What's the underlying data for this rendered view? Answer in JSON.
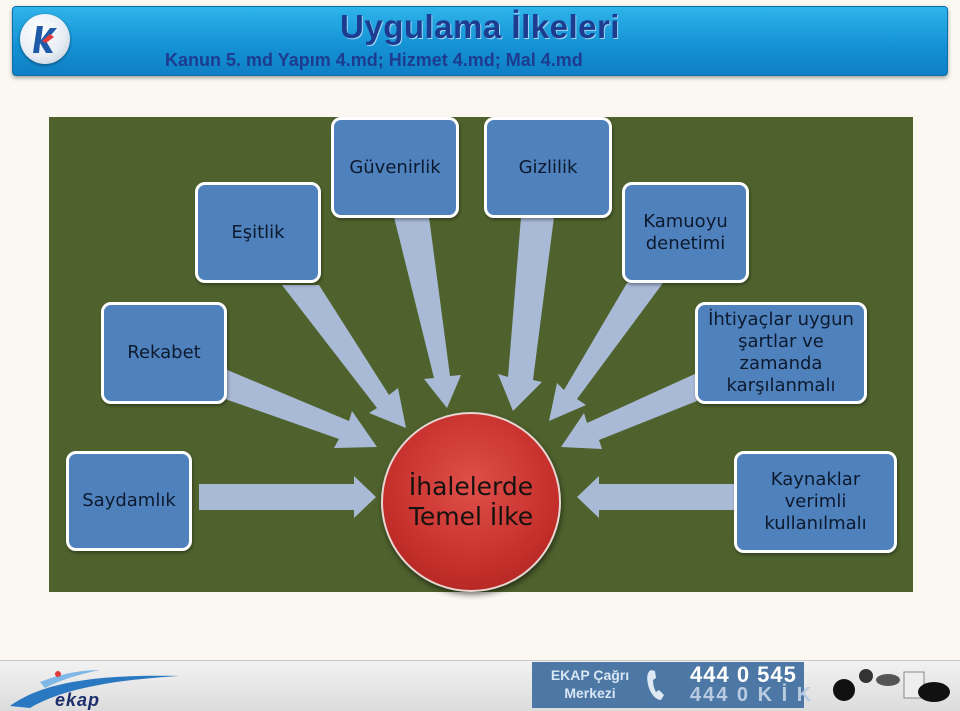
{
  "header": {
    "title": "Uygulama İlkeleri",
    "subtitle": "Kanun 5. md Yapım 4.md; Hizmet 4.md; Mal 4.md",
    "logo_icon": "ekap-k-logo-icon"
  },
  "diagram": {
    "center": "İhalelerde Temel İlke",
    "nodes": [
      {
        "id": "saydamlik",
        "label": "Saydamlık"
      },
      {
        "id": "rekabet",
        "label": "Rekabet"
      },
      {
        "id": "esitlik",
        "label": "Eşitlik"
      },
      {
        "id": "guvenirlik",
        "label": "Güvenirlik"
      },
      {
        "id": "gizlilik",
        "label": "Gizlilik"
      },
      {
        "id": "kamuoyu",
        "label": "Kamuoyu denetimi"
      },
      {
        "id": "ihtiyaclar",
        "label": "İhtiyaçlar uygun şartlar ve zamanda karşılanmalı"
      },
      {
        "id": "kaynaklar",
        "label": "Kaynaklar verimli kullanılmalı"
      }
    ],
    "colors": {
      "background": "#4f622d",
      "node": "#4f81bd",
      "center": "#c6302c",
      "arrow": "#a9bad6"
    }
  },
  "footer": {
    "logo_text": "ekap",
    "call_center": "EKAP Çağrı Merkezi",
    "phone_primary": "444 0 545",
    "phone_secondary": "444 0 K İ K",
    "icons": [
      "phone-icon",
      "people-icon"
    ]
  }
}
